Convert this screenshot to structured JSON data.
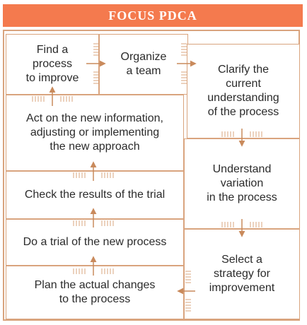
{
  "title": "FOCUS PDCA",
  "colors": {
    "title_background": "#f47a4e",
    "border": "#d9a47e",
    "arrow": "#c98a5c",
    "text": "#2b2b2b"
  },
  "steps": {
    "find": "Find a\nprocess\nto improve",
    "organize": "Organize\na team",
    "clarify": "Clarify the\ncurrent\nunderstanding\nof the process",
    "understand": "Understand\nvariation\nin the process",
    "select": "Select a\nstrategy for\nimprovement",
    "plan": "Plan the actual changes\nto the process",
    "do": "Do a trial of the new process",
    "check": "Check the results of the trial",
    "act": "Act on the new information,\nadjusting or implementing\nthe new approach"
  }
}
